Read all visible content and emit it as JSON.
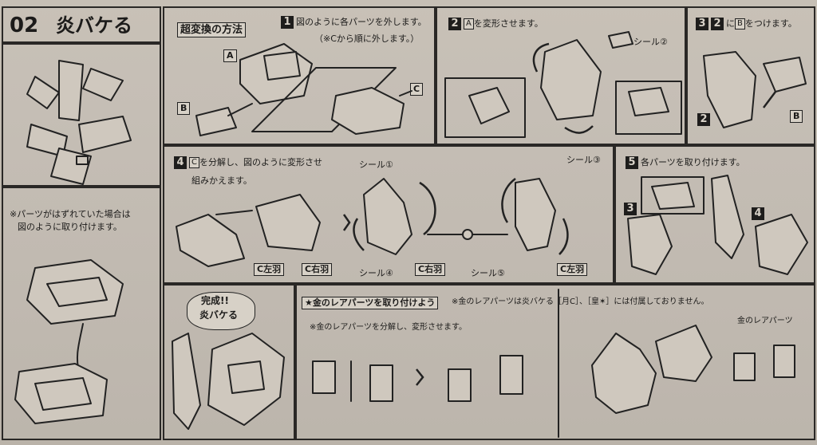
{
  "header": {
    "number": "02",
    "title": "炎バケる"
  },
  "panels": {
    "method": {
      "title": "超変換の方法",
      "label_a": "A",
      "label_b": "B",
      "label_c": "C"
    },
    "step1": {
      "num": "1",
      "line1": "図のように各パーツを外します。",
      "line2": "（※Cから順に外します。）"
    },
    "step2": {
      "num": "2",
      "text_box": "A",
      "text": "を変形させます。",
      "seal": "シール②"
    },
    "step3": {
      "num": "3",
      "num2": "2",
      "text_mid": "に",
      "text_box": "B",
      "text_end": "をつけます。",
      "label_2": "2",
      "label_b": "B"
    },
    "step4": {
      "num": "4",
      "text_box": "C",
      "line1": "を分解し、図のように変形させ",
      "line2": "組みかえます。",
      "left_wing": "C左羽",
      "right_wing": "C右羽",
      "seal1": "シール①",
      "seal3": "シール③",
      "seal4": "シール④",
      "seal5": "シール⑤",
      "right_wing_b": "C右羽",
      "left_wing_b": "C左羽"
    },
    "step5": {
      "num": "5",
      "text": "各パーツを取り付けます。",
      "label_3": "3",
      "label_4": "4"
    },
    "note": {
      "line1": "※パーツがはずれていた場合は",
      "line2": "図のように取り付けます。"
    },
    "complete": {
      "line1": "完成!!",
      "line2": "炎バケる"
    },
    "rare": {
      "title": "★金のレアパーツを取り付けよう",
      "note": "※金のレアパーツは炎バケる［月C］、［皇✶］には付属しておりません。",
      "sub": "※金のレアパーツを分解し、変形させます。",
      "callout": "金のレアパーツ"
    }
  }
}
